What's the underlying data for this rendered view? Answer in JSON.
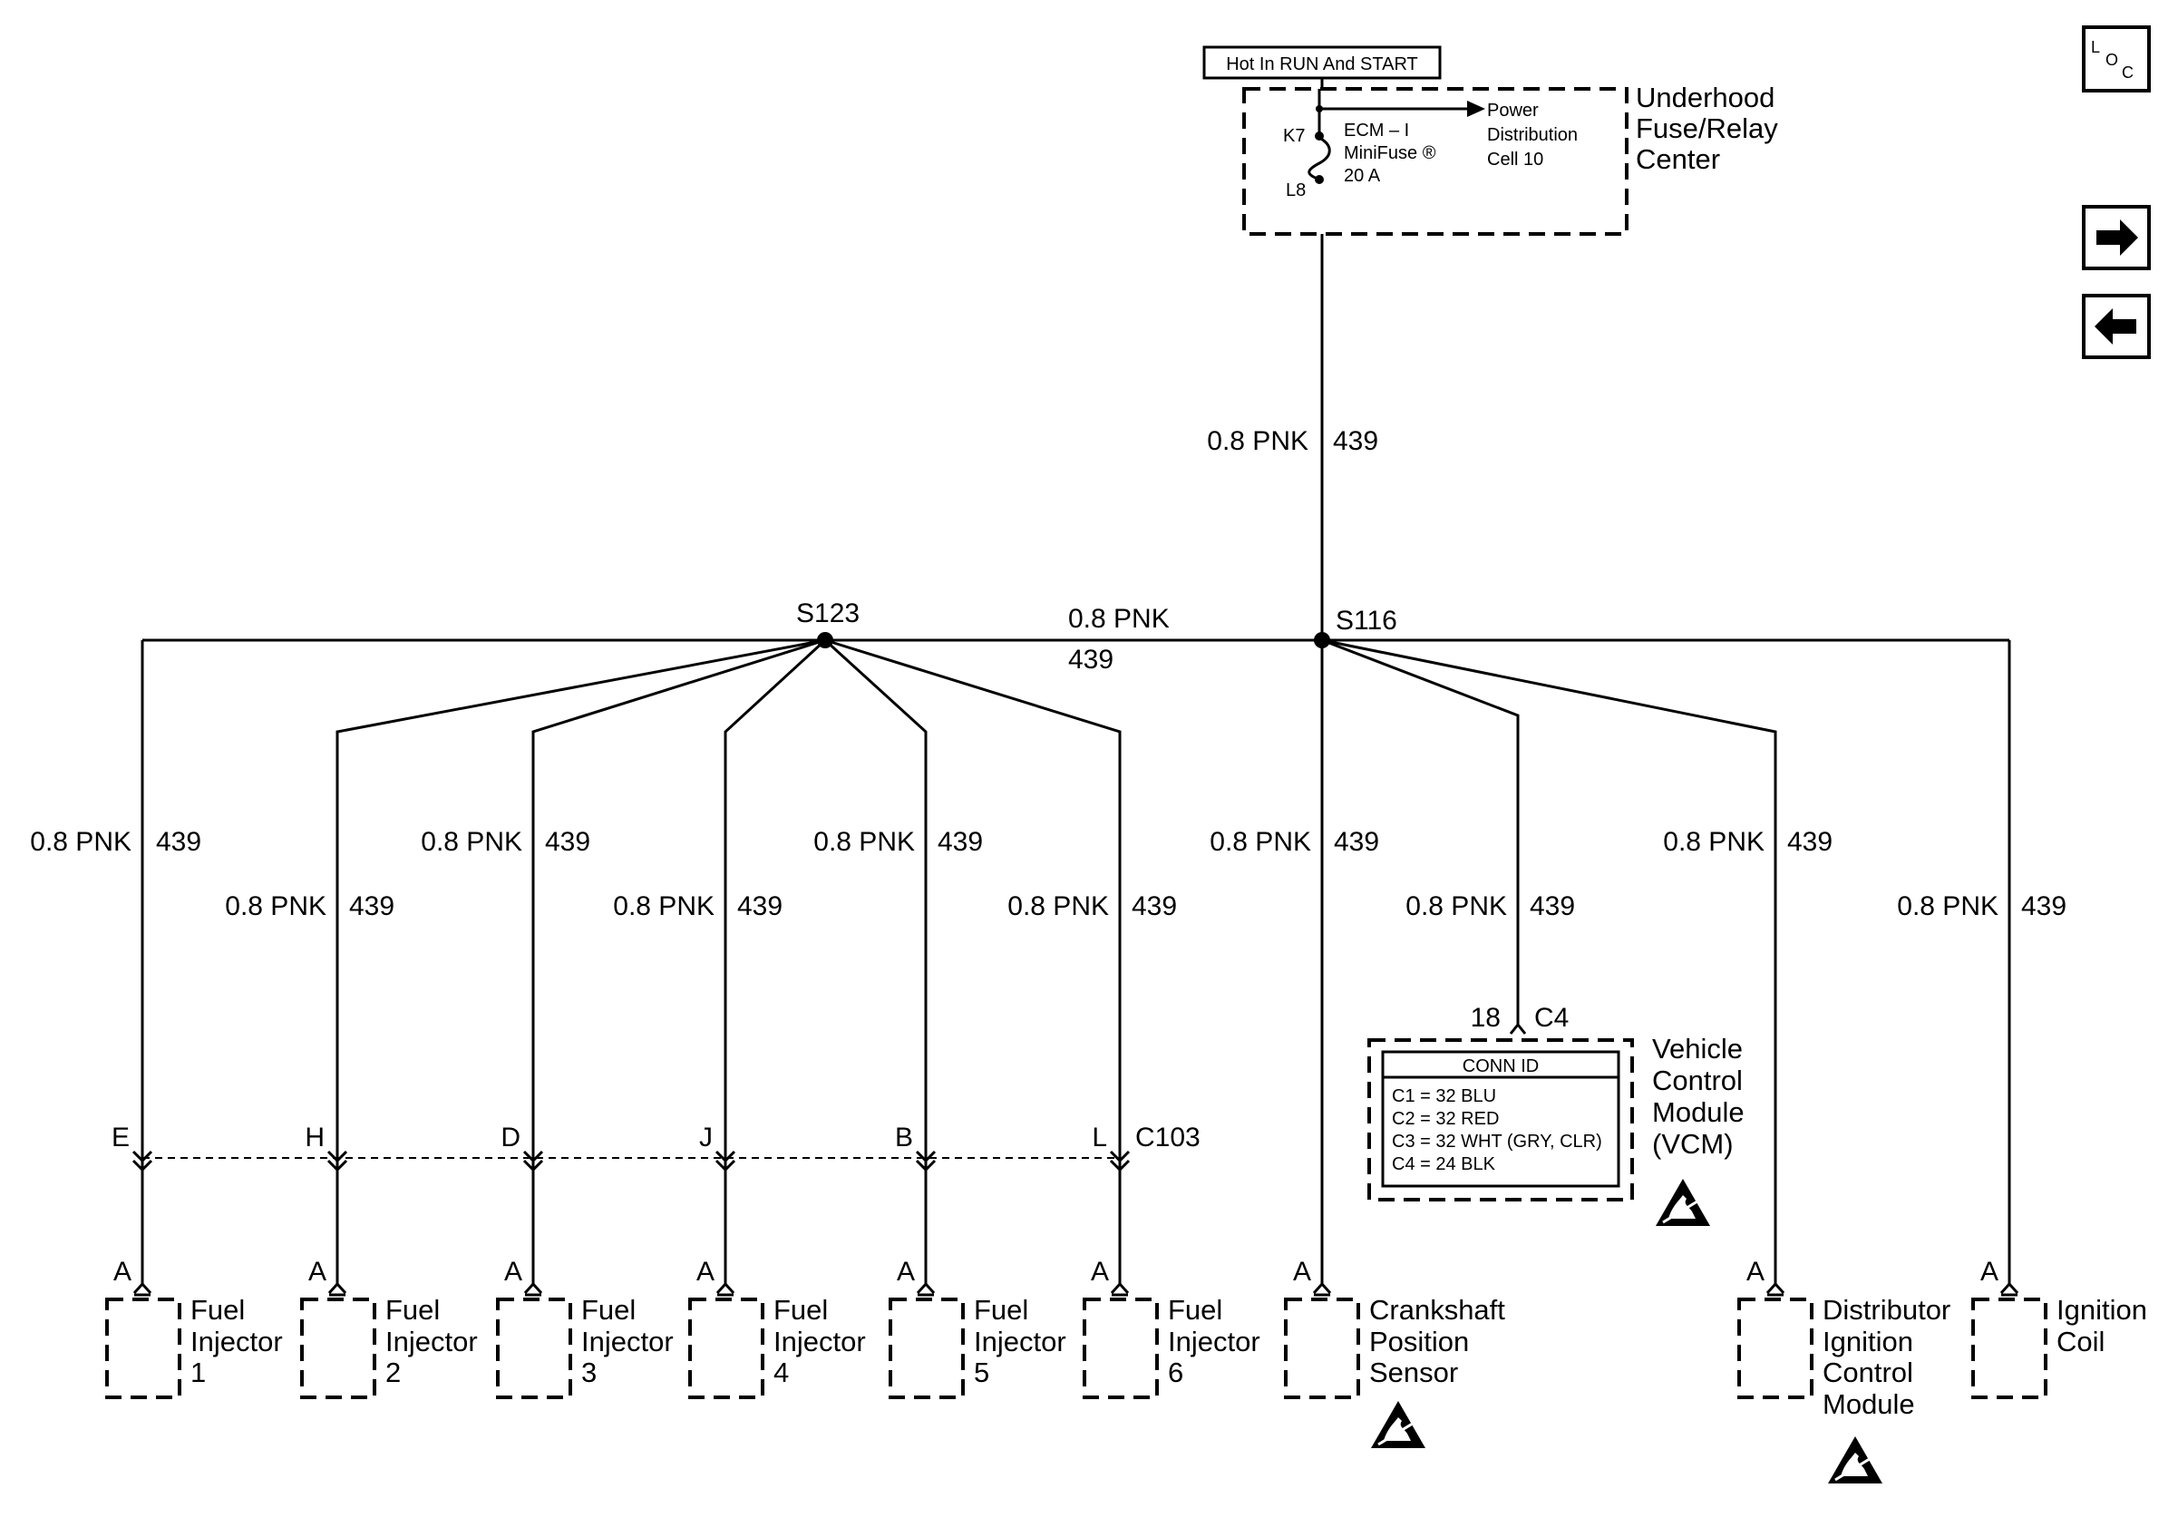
{
  "power": {
    "hot_label": "Hot In RUN And START",
    "k7": "K7",
    "l8": "L8",
    "fuse_name": "ECM – I",
    "fuse_type": "MiniFuse ®",
    "fuse_rating": "20 A",
    "pd_line1": "Power",
    "pd_line2": "Distribution",
    "pd_line3": "Cell 10",
    "center_line1": "Underhood",
    "center_line2": "Fuse/Relay",
    "center_line3": "Center"
  },
  "nav": {
    "loc_l": "L",
    "loc_o": "O",
    "loc_c": "C",
    "colors": {
      "stroke": "#000000",
      "fill": "#ffffff"
    }
  },
  "wire": {
    "gauge_color": "0.8 PNK",
    "circuit": "439"
  },
  "splices": {
    "s123": "S123",
    "s116": "S116"
  },
  "connector": {
    "c103": "C103"
  },
  "c103_pins": [
    "E",
    "H",
    "D",
    "J",
    "B",
    "L"
  ],
  "component_pin": "A",
  "injectors": [
    {
      "line1": "Fuel",
      "line2": "Injector",
      "line3": "1"
    },
    {
      "line1": "Fuel",
      "line2": "Injector",
      "line3": "2"
    },
    {
      "line1": "Fuel",
      "line2": "Injector",
      "line3": "3"
    },
    {
      "line1": "Fuel",
      "line2": "Injector",
      "line3": "4"
    },
    {
      "line1": "Fuel",
      "line2": "Injector",
      "line3": "5"
    },
    {
      "line1": "Fuel",
      "line2": "Injector",
      "line3": "6"
    }
  ],
  "ckp": {
    "line1": "Crankshaft",
    "line2": "Position",
    "line3": "Sensor"
  },
  "dicm": {
    "line1": "Distributor",
    "line2": "Ignition",
    "line3": "Control",
    "line4": "Module"
  },
  "coil": {
    "line1": "Ignition",
    "line2": "Coil"
  },
  "vcm": {
    "pin": "18",
    "conn": "C4",
    "line1": "Vehicle",
    "line2": "Control",
    "line3": "Module",
    "line4": "(VCM)",
    "conn_id_title": "CONN ID",
    "conn_ids": [
      "C1 = 32 BLU",
      "C2 = 32 RED",
      "C3 = 32 WHT (GRY, CLR)",
      "C4 = 24 BLK"
    ]
  }
}
